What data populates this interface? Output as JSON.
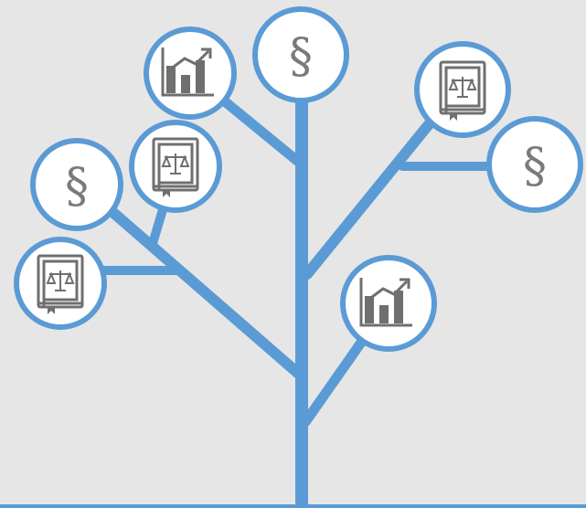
{
  "colors": {
    "background": "#e6e6e6",
    "branch": "#5b9bd5",
    "node_fill": "#ffffff",
    "node_border": "#5b9bd5",
    "icon": "#6f6f6f"
  },
  "nodes": [
    {
      "id": "section-top",
      "icon": "section-sign-icon",
      "symbol": "§"
    },
    {
      "id": "chart-upper-left",
      "icon": "growth-chart-icon"
    },
    {
      "id": "law-book-upper-right",
      "icon": "law-book-scales-icon"
    },
    {
      "id": "section-right",
      "icon": "section-sign-icon",
      "symbol": "§"
    },
    {
      "id": "law-book-left-middle",
      "icon": "law-book-scales-icon"
    },
    {
      "id": "section-left",
      "icon": "section-sign-icon",
      "symbol": "§"
    },
    {
      "id": "law-book-far-left",
      "icon": "law-book-scales-icon"
    },
    {
      "id": "chart-lower-right",
      "icon": "growth-chart-icon"
    }
  ]
}
